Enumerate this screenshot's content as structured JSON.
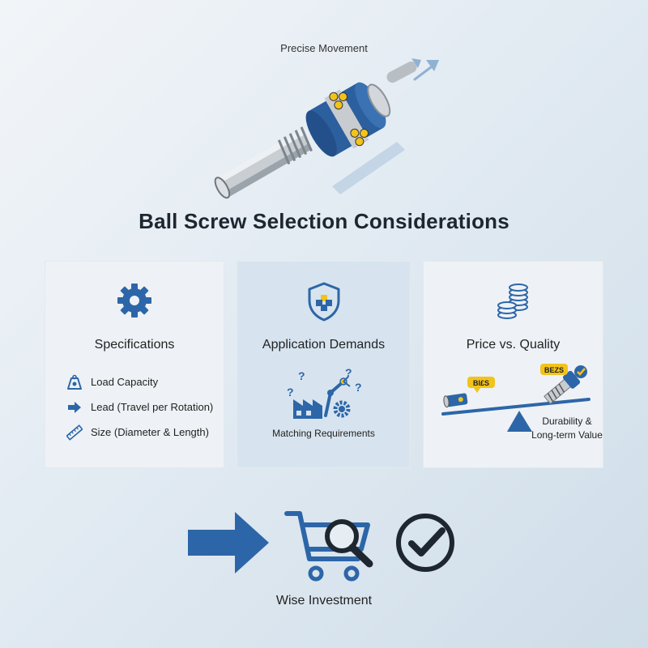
{
  "hero": {
    "caption": "Precise Movement"
  },
  "title": "Ball Screw Selection Considerations",
  "cards": {
    "specifications": {
      "title": "Specifications",
      "icon": "gear-icon",
      "items": [
        {
          "label": "Load Capacity",
          "icon": "weight-icon"
        },
        {
          "label": "Lead (Travel per Rotation)",
          "icon": "arrow-right-icon"
        },
        {
          "label": "Size (Diameter & Length)",
          "icon": "ruler-icon"
        }
      ]
    },
    "application": {
      "title": "Application Demands",
      "icon": "shield-icon",
      "illustration": "factory-robot-icon",
      "note": "Matching Requirements"
    },
    "price": {
      "title": "Price vs. Quality",
      "icon": "coins-icon",
      "illustration": "balance-scale-icon",
      "tag_left": "BI£S",
      "tag_right": "BEZS",
      "note": "Durability & Long-term Value"
    }
  },
  "bottom": {
    "caption": "Wise Investment",
    "icons": [
      "arrow-right-icon",
      "cart-search-icon",
      "checkmark-icon"
    ]
  },
  "colors": {
    "accent": "#2d66a8",
    "dark": "#1e2630",
    "gold": "#f2c31a"
  }
}
